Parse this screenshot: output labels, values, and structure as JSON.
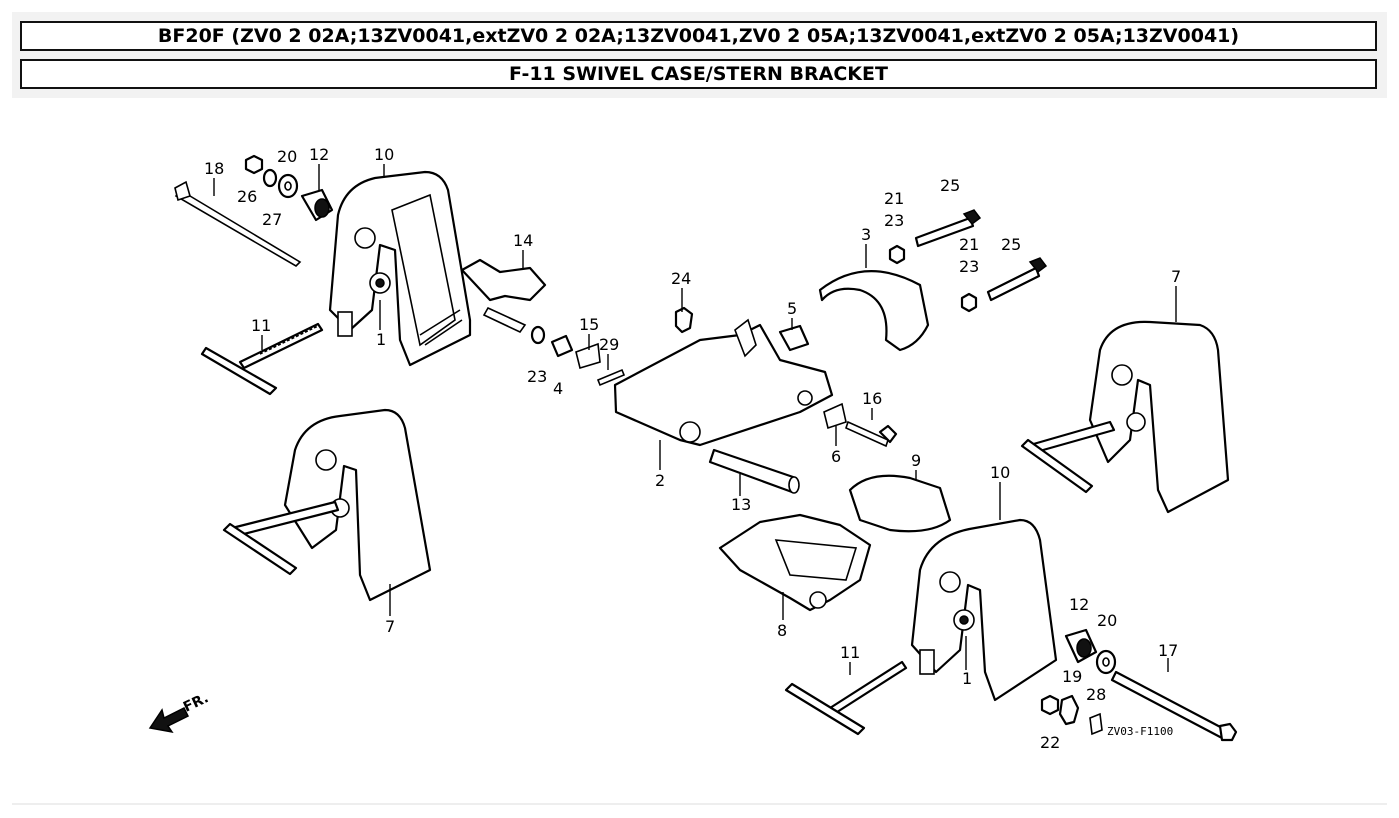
{
  "header": {
    "model_title": "BF20F (ZV0 2 02A;13ZV0041,extZV0 2 02A;13ZV0041,ZV0 2 05A;13ZV0041,extZV0 2 05A;13ZV0041)",
    "section_title": "F-11 SWIVEL CASE/STERN BRACKET"
  },
  "diagram": {
    "drawing_code": "ZV03-F1100",
    "direction_label": "FR.",
    "callouts": [
      "18",
      "26",
      "27",
      "20",
      "12",
      "10",
      "14",
      "1",
      "11",
      "23",
      "4",
      "15",
      "29",
      "24",
      "2",
      "13",
      "8",
      "7",
      "3",
      "21",
      "23",
      "25",
      "21",
      "23",
      "25",
      "5",
      "16",
      "6",
      "9",
      "7",
      "10",
      "1",
      "11",
      "12",
      "20",
      "17",
      "19",
      "28",
      "22"
    ]
  }
}
